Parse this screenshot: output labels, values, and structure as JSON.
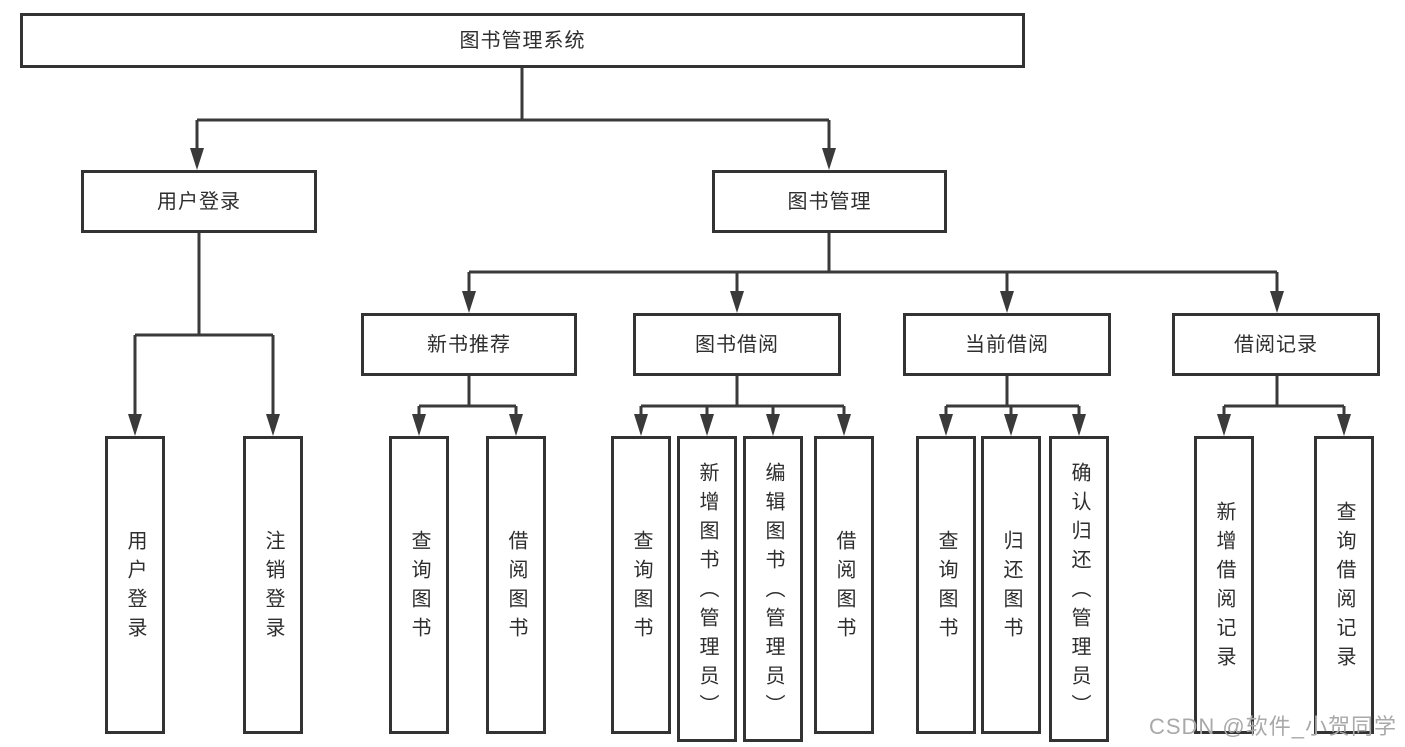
{
  "diagram": {
    "root_label": "图书管理系统",
    "branches": [
      {
        "label": "用户登录",
        "children": [
          "用户登录",
          "注销登录"
        ]
      },
      {
        "label": "图书管理",
        "sections": [
          {
            "label": "新书推荐",
            "children": [
              "查询图书",
              "借阅图书"
            ]
          },
          {
            "label": "图书借阅",
            "children": [
              "查询图书",
              "新增图书（管理员）",
              "编辑图书（管理员）",
              "借阅图书"
            ]
          },
          {
            "label": "当前借阅",
            "children": [
              "查询图书",
              "归还图书",
              "确认归还（管理员）"
            ]
          },
          {
            "label": "借阅记录",
            "children": [
              "新增借阅记录",
              "查询借阅记录"
            ]
          }
        ]
      }
    ]
  },
  "watermark": {
    "text": "CSDN @软件_小贺同学"
  },
  "colors": {
    "line": "#3a3a3a",
    "box_border": "#333333",
    "text": "#2e2e2e",
    "background": "#ffffff",
    "watermark": "#a9a9a9"
  }
}
